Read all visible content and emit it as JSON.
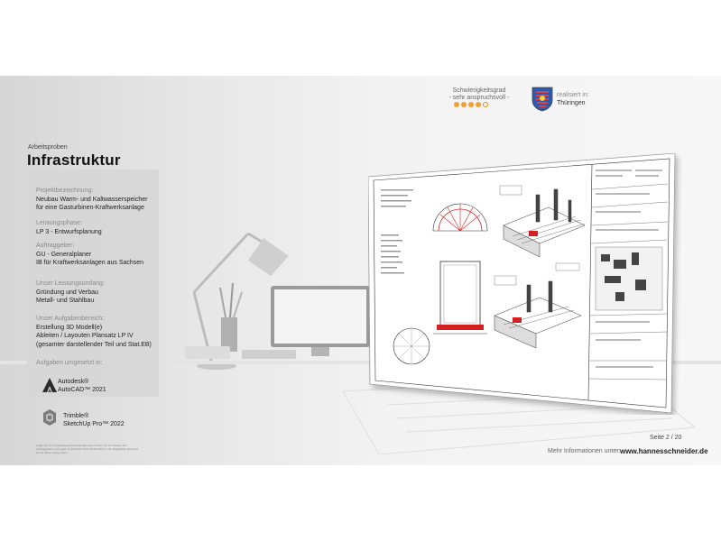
{
  "header": {
    "section_small": "Arbeitsproben",
    "title": "Infrastruktur"
  },
  "difficulty": {
    "label": "Schwierigkeitsgrad",
    "value": "- sehr anspruchsvoll -",
    "rating": 4,
    "max": 5,
    "color": "#f0a030"
  },
  "region": {
    "label": "realisiert in:",
    "value": "Thüringen",
    "icon": "thuringia-coat-of-arms-icon"
  },
  "info": [
    {
      "label": "Projektbezeichnung:",
      "lines": [
        "Neubau Warm- und Kaltwasserspeicher",
        "für eine Gasturbinen-Kraftwerksanlage"
      ]
    },
    {
      "label": "Leistungsphase:",
      "lines": [
        "LP 3 - Entwurfsplanung"
      ]
    },
    {
      "label": "Auftraggeber:",
      "lines": [
        "GU - Generalplaner",
        "IB für Kraftwerksanlagen aus Sachsen"
      ]
    },
    {
      "label": "Unser Leistungsumfang:",
      "lines": [
        "Gründung und Verbau",
        "Metall- und Stahlbau"
      ]
    },
    {
      "label": "Unser Aufgabenbereich:",
      "lines": [
        "Erstellung 3D Modell(e)",
        "Ableiten / Layouten Plansatz LP IV",
        "(gesamter darstellender Teil und Stat.EB)"
      ]
    },
    {
      "label": "Aufgaben umgesetzt in:",
      "lines": []
    }
  ],
  "tools": [
    {
      "icon": "autodesk-autocad-icon",
      "line1": "Autodesk®",
      "line2": "AutoCAD™ 2021"
    },
    {
      "icon": "trimble-sketchup-icon",
      "line1": "Trimble®",
      "line2": "SketchUp Pro™ 2022"
    }
  ],
  "fine_print": "Aufgrund von Verschwiegenheitsvereinbarungen dürfen wir den Namen des Auftraggebers und Lagen im Plansatz nicht veröffentlichen. Die abgebildete Referenz wurde daher anonymisiert.",
  "footer": {
    "page": "Seite 2 / 20",
    "more_info": "Mehr Informationen unter:",
    "website": "www.hannesschneider.de"
  },
  "colors": {
    "accent_orange": "#f0a030",
    "panel": "#d6d6d6",
    "plan_red": "#d42020"
  }
}
